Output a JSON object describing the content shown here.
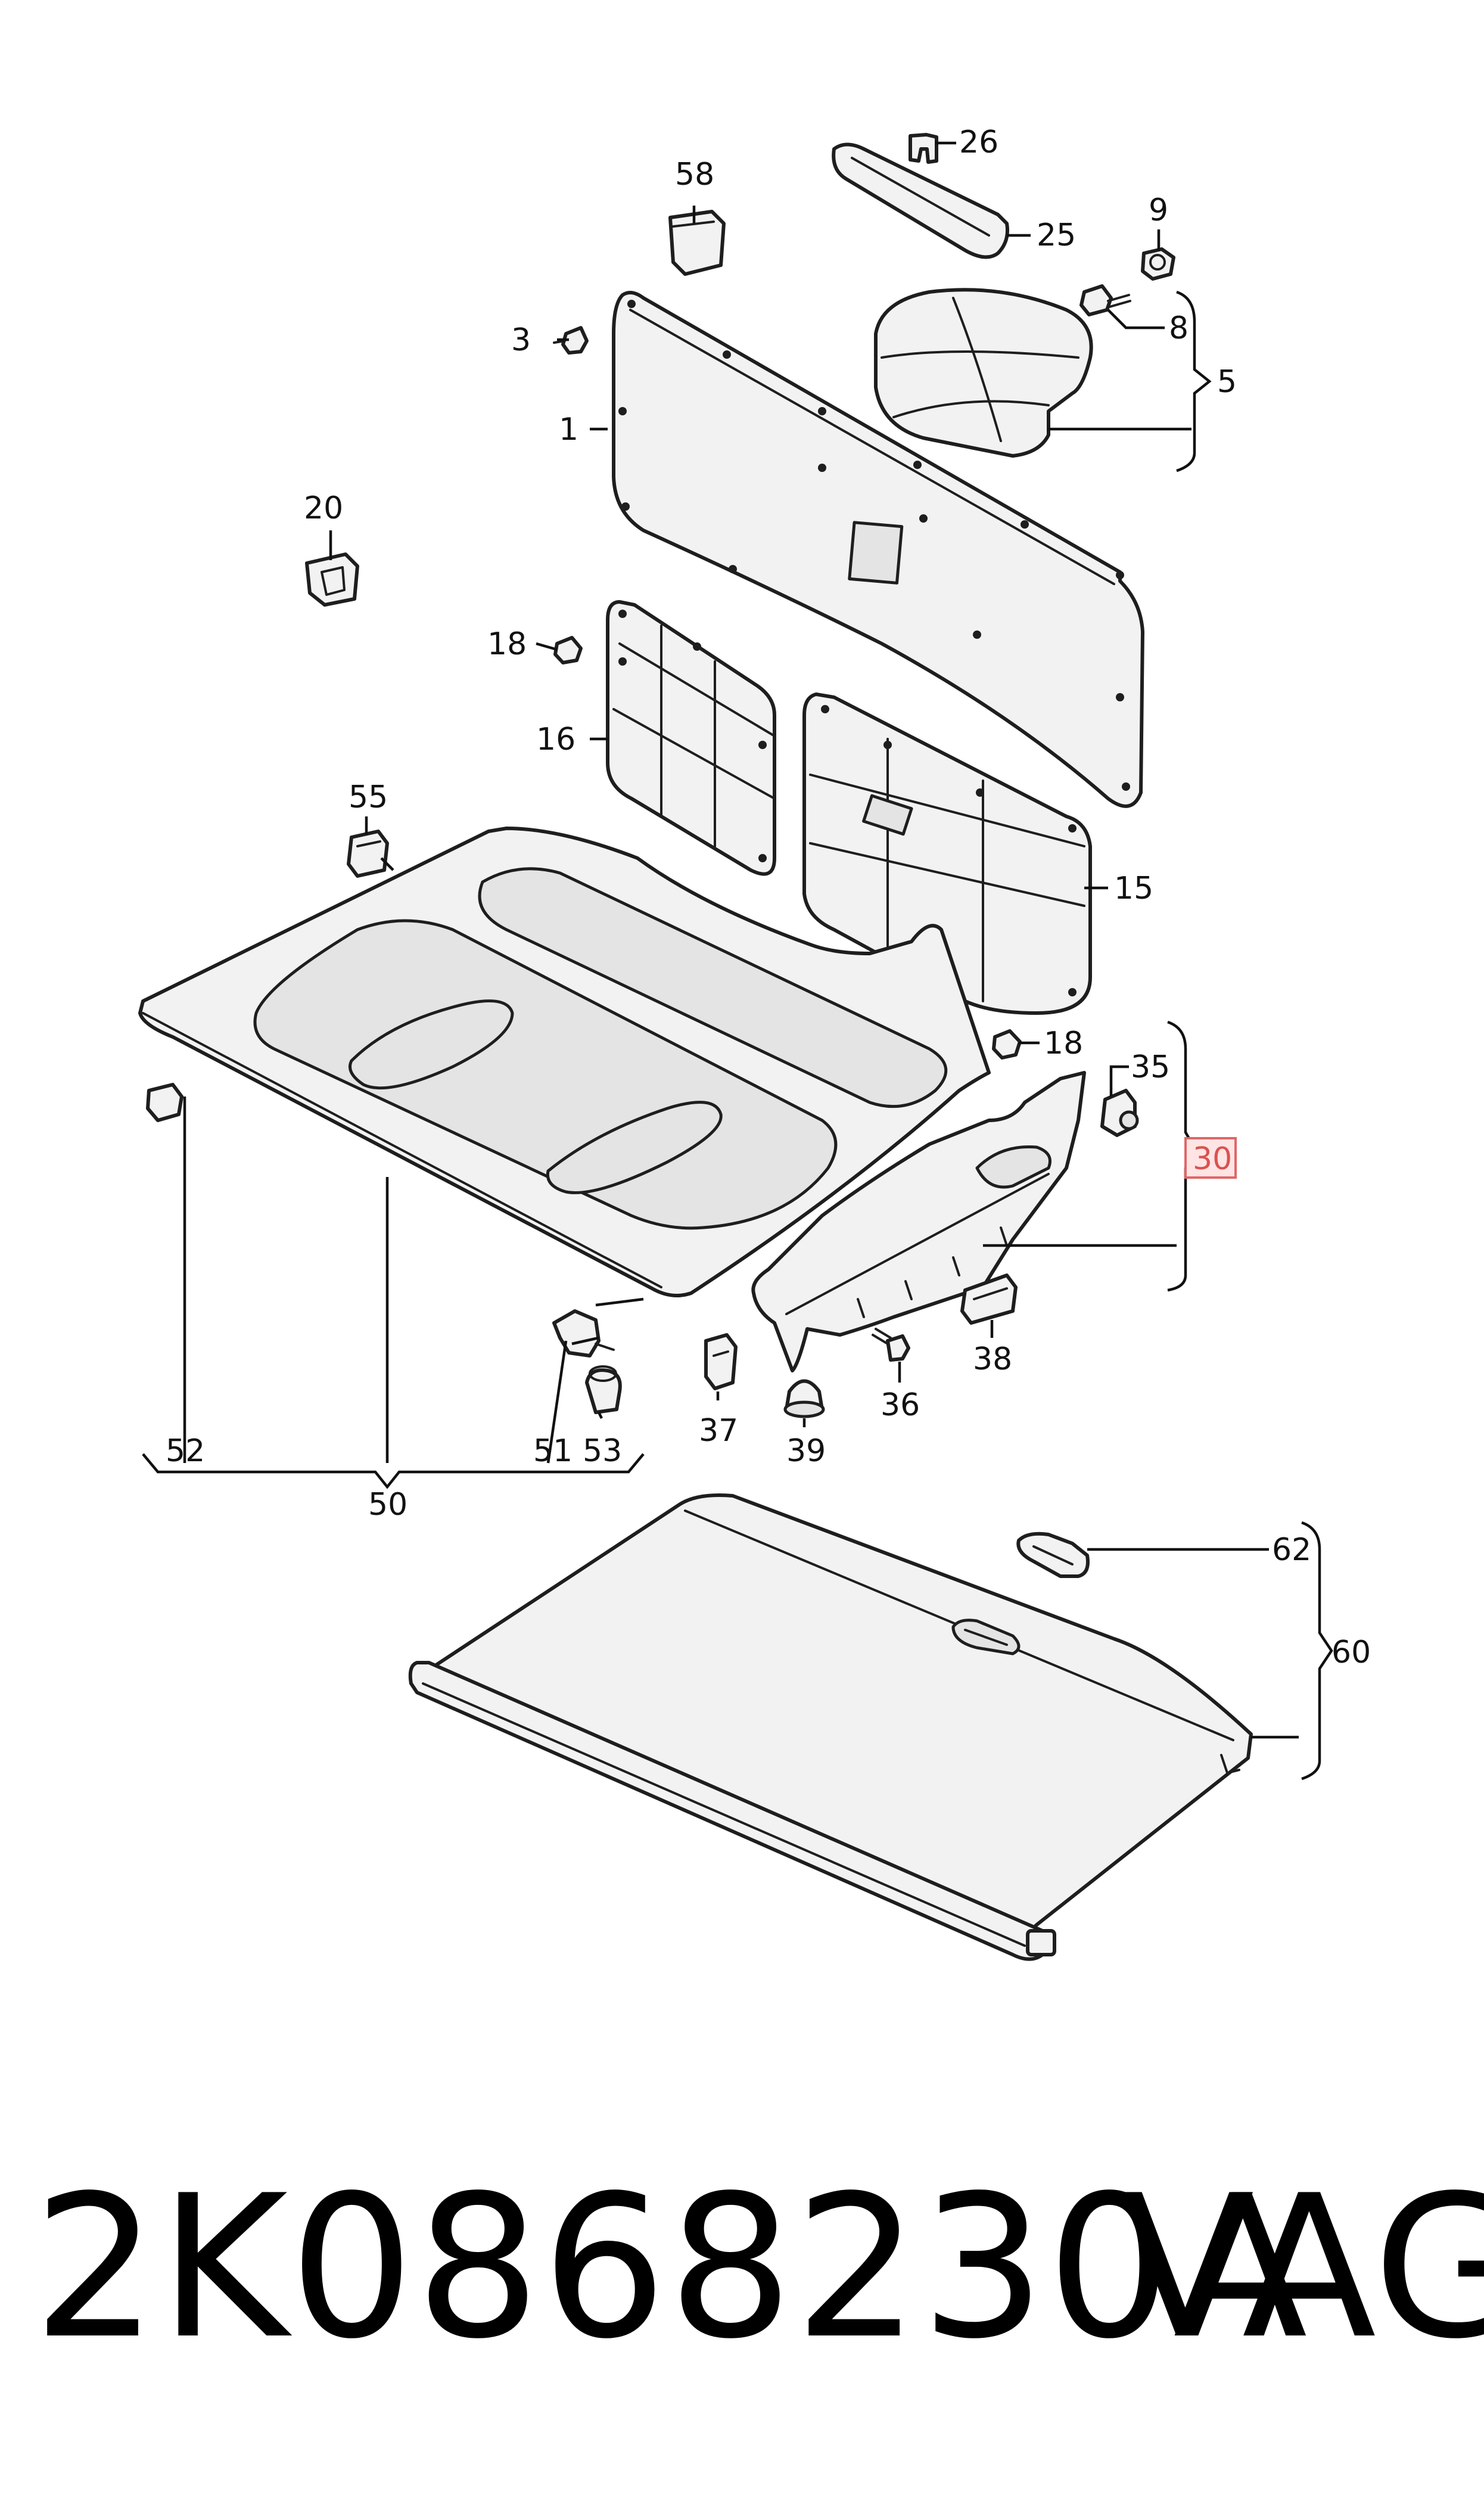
{
  "diagram": {
    "callouts": {
      "c1": "1",
      "c3": "3",
      "c5": "5",
      "c8": "8",
      "c9": "9",
      "c15": "15",
      "c16": "16",
      "c18a": "18",
      "c18b": "18",
      "c20": "20",
      "c25": "25",
      "c26": "26",
      "c30": "30",
      "c35": "35",
      "c36": "36",
      "c37": "37",
      "c38": "38",
      "c39": "39",
      "c50": "50",
      "c51": "51",
      "c52": "52",
      "c53": "53",
      "c55": "55",
      "c58": "58",
      "c60": "60",
      "c62": "62"
    },
    "highlighted_callout": "30",
    "highlight_color": "#e06666"
  },
  "footer": {
    "part_number": "2K0868230A",
    "brand": "VAG"
  }
}
